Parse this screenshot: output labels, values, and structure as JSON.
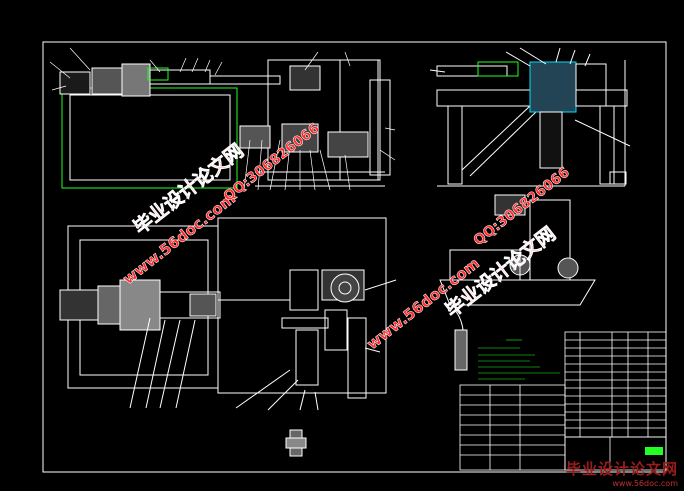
{
  "watermarks": {
    "cn_text": "毕业设计论文网",
    "url_text": "www.56doc.com",
    "qq_text": "QQ:306826066"
  },
  "brand": {
    "name": "毕业设计论文网",
    "url": "www.56doc.com"
  },
  "colors": {
    "background": "#000000",
    "line_white": "#ffffff",
    "line_green": "#22ff22",
    "line_cyan": "#00e0ff",
    "watermark_red": "#ff2a2a",
    "watermark_outline": "#ffffff"
  }
}
